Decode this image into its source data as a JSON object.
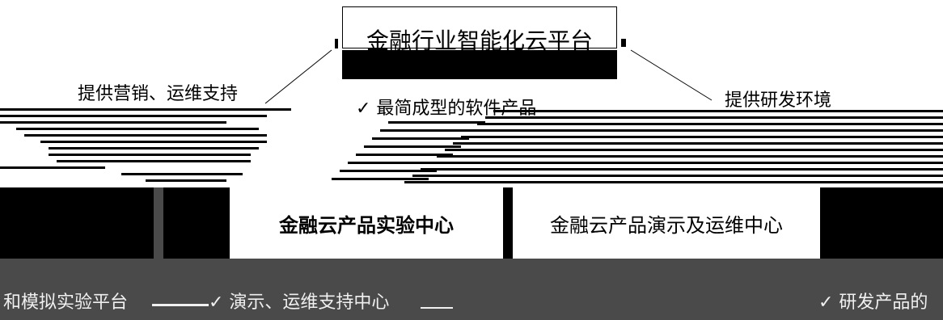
{
  "platform": {
    "title": "金融行业智能化云平台"
  },
  "left_label": "提供营销、运维支持",
  "right_label": "提供研发环境",
  "product_label": "✓ 最简成型的软件产品",
  "centers": {
    "lab": "金融云产品实验中心",
    "demo": "金融云产品演示及运维中心"
  },
  "bottom": {
    "left": "和模拟实验平台",
    "middle": "✓ 演示、运维支持中心",
    "right": "✓ 研发产品的"
  },
  "colors": {
    "background": "#ffffff",
    "ink": "#000000",
    "band": "#4a4a4a"
  }
}
